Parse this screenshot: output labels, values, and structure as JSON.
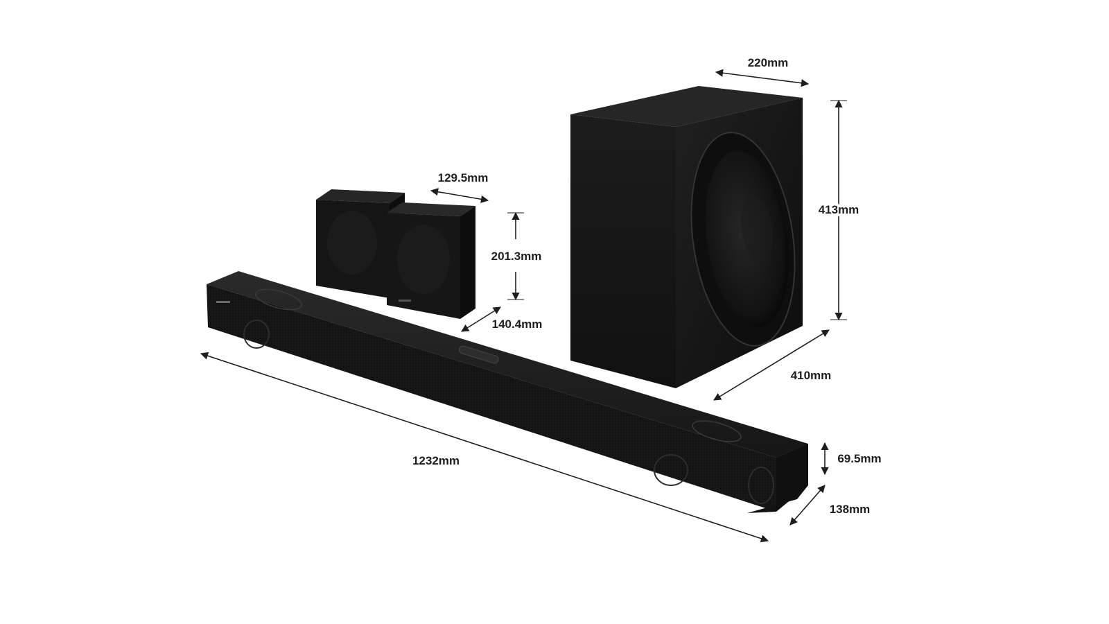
{
  "product": {
    "components": {
      "subwoofer": {
        "width": "220mm",
        "height": "413mm",
        "depth": "410mm"
      },
      "rear_speakers": {
        "width": "129.5mm",
        "height": "201.3mm",
        "depth": "140.4mm"
      },
      "soundbar": {
        "width": "1232mm",
        "height": "69.5mm",
        "depth": "138mm"
      }
    }
  },
  "colors": {
    "background": "#ffffff",
    "product_body": "#1a1a1a",
    "product_shadow": "#0b0b0b",
    "product_highlight": "#3a3a3a",
    "dimension_ink": "#1e1e1e"
  }
}
